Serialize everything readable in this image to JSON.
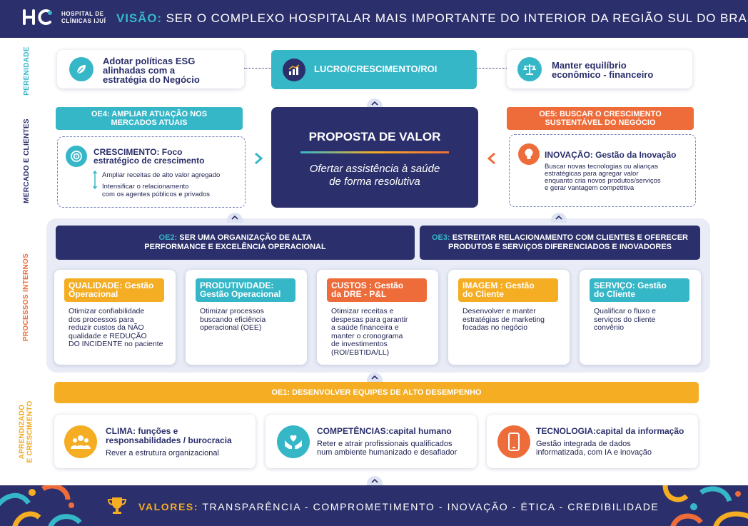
{
  "header": {
    "logo_line1": "HOSPITAL DE",
    "logo_line2": "CLÍNICAS IJUÍ",
    "vision_label": "VISÃO:",
    "vision_text": "SER O COMPLEXO HOSPITALAR MAIS IMPORTANTE DO INTERIOR DA REGIÃO SUL DO BRASIL"
  },
  "side_labels": {
    "perenidade": "PERENIDADE",
    "mercado": "MERCADO E CLIENTES",
    "processos": "PROCESSOS INTERNOS",
    "aprendizado_line1": "APRENDIZADO",
    "aprendizado_line2": "E CRESCIMENTO"
  },
  "perenidade": {
    "esg_line1": "Adotar políticas ESG",
    "esg_line2": "alinhadas com a",
    "esg_line3": "estratégia do Negócio",
    "lucro": "LUCRO/CRESCIMENTO/ROI",
    "eq_line1": "Manter equilíbrio",
    "eq_line2": "econômico - financeiro"
  },
  "mercado": {
    "oe4_line1": "OE4: AMPLIAR ATUAÇÃO NOS",
    "oe4_line2": "MERCADOS ATUAIS",
    "cresc_title_line1": "CRESCIMENTO: Foco",
    "cresc_title_line2": "estratégico de crescimento",
    "cresc_item1": "Ampliar receitas de alto valor agregado",
    "cresc_item2_line1": "Intensificar o relacionamento",
    "cresc_item2_line2": "com os agentes públicos e privados",
    "proposta_title": "PROPOSTA DE VALOR",
    "proposta_line1": "Ofertar assistência à saúde",
    "proposta_line2": "de forma resolutiva",
    "oe5_line1": "OE5: BUSCAR O CRESCIMENTO",
    "oe5_line2": "SUSTENTÁVEL DO NEGÓCIO",
    "inov_title": "INOVAÇÃO: Gestão da Inovação",
    "inov_line1": "Buscar novas tecnologias ou alianças",
    "inov_line2": "estratégicas para agregar valor",
    "inov_line3": "enquanto cria novos produtos/serviços",
    "inov_line4": "e gerar vantagem competitiva"
  },
  "processos": {
    "oe2_prefix": "OE2:",
    "oe2_line1": "SER UMA ORGANIZAÇÃO DE ALTA",
    "oe2_line2": "PERFORMANCE E EXCELÊNCIA OPERACIONAL",
    "oe3_prefix": "OE3:",
    "oe3_line1": "ESTREITAR RELACIONAMENTO COM CLIENTES E OFERECER",
    "oe3_line2": "PRODUTOS E SERVIÇOS DIFERENCIADOS E INOVADORES",
    "cards": [
      {
        "tag1": "QUALIDADE: Gestão",
        "tag2": "Operacional",
        "color": "#f5ad23",
        "lines": [
          "Otimizar confiabilidade",
          "dos processos para",
          "reduzir custos da NÃO",
          "qualidade e REDUÇÃO",
          "DO INCIDENTE no paciente"
        ]
      },
      {
        "tag1": "PRODUTIVIDADE:",
        "tag2": "Gestão Operacional",
        "color": "#36b7c8",
        "lines": [
          "Otimizar processos",
          "buscando eficiência",
          "operacional (OEE)"
        ]
      },
      {
        "tag1": "CUSTOS : Gestão",
        "tag2": "da DRE - P&L",
        "color": "#ee6c3a",
        "lines": [
          "Otimizar receitas e",
          "despesas para garantir",
          "a saúde financeira e",
          "manter o cronograma",
          "de investimentos",
          "(ROI/EBTIDA/LL)"
        ]
      },
      {
        "tag1": "IMAGEM : Gestão",
        "tag2": "do Cliente",
        "color": "#f5ad23",
        "lines": [
          "Desenvolver e manter",
          "estratégias de marketing",
          "focadas no negócio"
        ]
      },
      {
        "tag1": "SERVIÇO: Gestão",
        "tag2": "do Cliente",
        "color": "#36b7c8",
        "lines": [
          "Qualificar o fluxo e",
          "serviços do cliente",
          "convênio"
        ]
      }
    ]
  },
  "aprendizado": {
    "oe1": "OE1: DESENVOLVER EQUIPES DE ALTO DESEMPENHO",
    "clima_title1": "CLIMA: funções e",
    "clima_title2": "responsabilidades / burocracia",
    "clima_desc": "Rever a estrutura organizacional",
    "comp_title": "COMPETÊNCIAS:capital humano",
    "comp_desc1": "Reter e atrair profissionais qualificados",
    "comp_desc2": "num ambiente humanizado e desafiador",
    "tec_title": "TECNOLOGIA:capital da informação",
    "tec_desc1": "Gestão integrada de dados",
    "tec_desc2": "informatizada, com IA e inovação"
  },
  "footer": {
    "valores_label": "VALORES:",
    "valores_text": "TRANSPARÊNCIA - COMPROMETIMENTO - INOVAÇÃO - ÉTICA - CREDIBILIDADE"
  },
  "colors": {
    "navy": "#2b2f6b",
    "teal": "#36b7c8",
    "orange": "#ee6c3a",
    "yellow": "#f5ad23"
  },
  "icons": [
    "leaf-icon",
    "chart-icon",
    "scale-icon",
    "target-icon",
    "lightbulb-icon",
    "team-icon",
    "heart-hands-icon",
    "smartphone-icon",
    "trophy-icon"
  ]
}
